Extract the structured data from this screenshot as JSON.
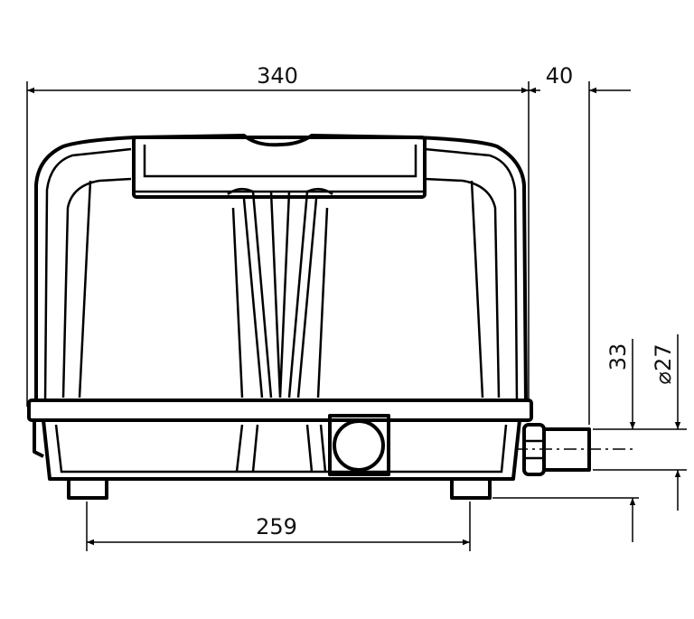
{
  "title": "Blower dimension drawing (front view)",
  "dimensions": {
    "overall_width": "340",
    "outlet_length": "40",
    "foot_spacing": "259",
    "outlet_height": "33",
    "outlet_diameter": "⌀27"
  },
  "colors": {
    "line": "#000000",
    "background": "#ffffff"
  }
}
